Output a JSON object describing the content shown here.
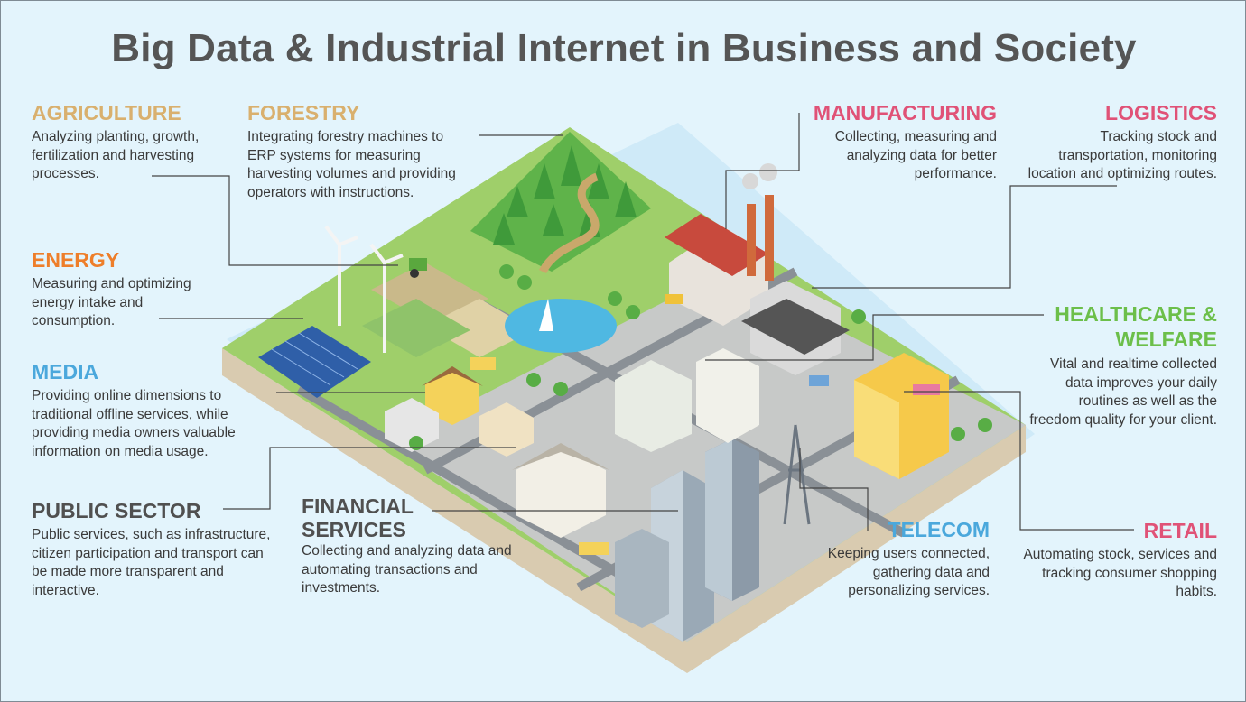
{
  "title": "Big Data & Industrial Internet in Business and Society",
  "colors": {
    "background": "#e3f4fc",
    "title": "#555555",
    "agriculture": "#d9b06e",
    "forestry": "#d9b06e",
    "energy": "#ee7e2a",
    "media": "#4ba8dc",
    "public_sector": "#505050",
    "financial": "#505050",
    "manufacturing": "#e05277",
    "logistics": "#e05277",
    "healthcare": "#6cbf4a",
    "telecom": "#4ba8dc",
    "retail": "#e05277"
  },
  "sectors": {
    "agriculture": {
      "heading": "AGRICULTURE",
      "text": "Analyzing planting, growth, fertilization and harvesting processes."
    },
    "forestry": {
      "heading": "FORESTRY",
      "text": "Integrating forestry machines to ERP systems for measuring harvesting volumes and providing operators with instructions."
    },
    "energy": {
      "heading": "ENERGY",
      "text": "Measuring and optimizing energy intake and consumption."
    },
    "media": {
      "heading": "MEDIA",
      "text": "Providing online dimensions to traditional offline services, while providing media owners valuable information on media usage."
    },
    "public_sector": {
      "heading": "PUBLIC SECTOR",
      "text": "Public services, such as infrastructure, citizen participation and transport can be made more transparent and interactive."
    },
    "financial": {
      "heading": "FINANCIAL SERVICES",
      "text": "Collecting and analyzing data and automating transactions and investments."
    },
    "manufacturing": {
      "heading": "MANUFACTURING",
      "text": "Collecting, measuring and analyzing data for better performance."
    },
    "logistics": {
      "heading": "LOGISTICS",
      "text": "Tracking stock and transportation, monitoring location and optimizing routes."
    },
    "healthcare": {
      "heading": "HEALTHCARE & WELFARE",
      "text": "Vital and realtime collected data improves your daily routines as well as the freedom quality for your client."
    },
    "telecom": {
      "heading": "TELECOM",
      "text": "Keeping users connected, gathering data and personalizing services."
    },
    "retail": {
      "heading": "RETAIL",
      "text": "Automating stock, services and tracking consumer shopping habits."
    }
  },
  "illustration": {
    "icons": [
      "forest-icon",
      "factory-icon",
      "wind-turbine-icon",
      "solar-panel-icon",
      "lake-icon",
      "sailboat-icon",
      "skyscraper-icon",
      "telecom-tower-icon",
      "shop-icon",
      "house-icon",
      "bank-icon",
      "farm-field-icon",
      "tractor-icon",
      "bus-icon",
      "car-icon"
    ]
  }
}
